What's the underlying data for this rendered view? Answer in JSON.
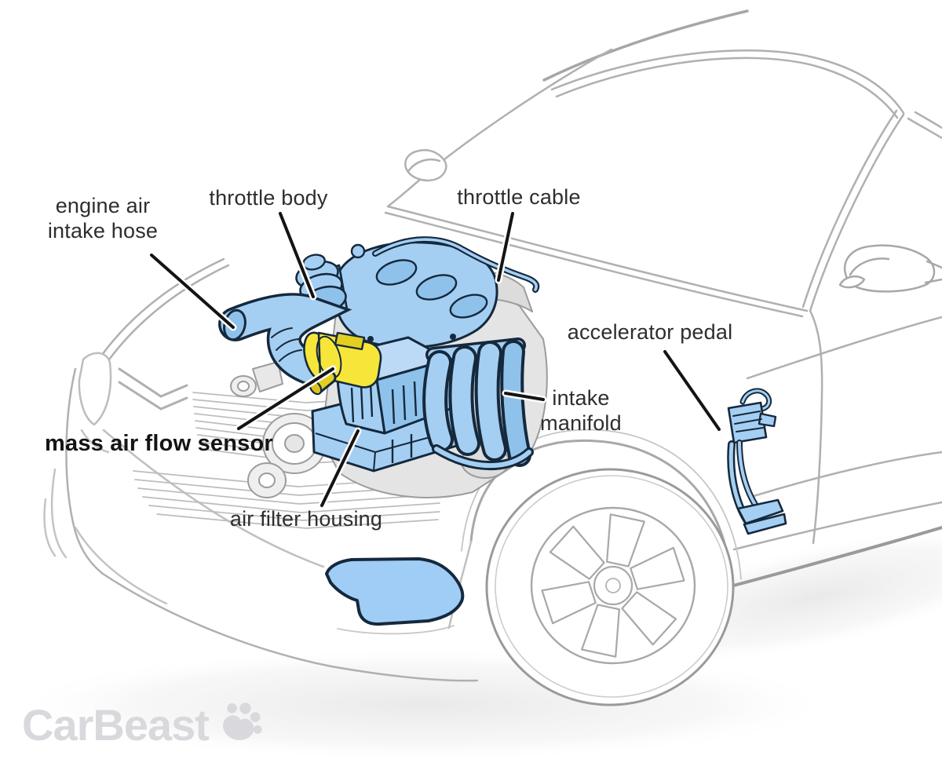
{
  "labels": {
    "engine_air_intake_hose": "engine air\nintake hose",
    "throttle_body": "throttle body",
    "throttle_cable": "throttle cable",
    "accelerator_pedal": "accelerator pedal",
    "mass_air_flow_sensor": "mass air flow sensor",
    "intake_manifold": "intake\nmanifold",
    "air_filter_housing": "air filter housing"
  },
  "logo": {
    "text": "CarBeast",
    "icon": "paw-icon"
  },
  "colors": {
    "highlight_part_blue": "#a5cff2",
    "highlight_part_blue_shade": "#8fc2ea",
    "highlight_part_yellow": "#f7e63a",
    "part_outline_navy": "#15293d",
    "car_outline_gray": "#b0b0b0",
    "leader_line_black": "#141414",
    "label_text": "#2e2e2e",
    "logo_gray": "#d9d9dd"
  }
}
